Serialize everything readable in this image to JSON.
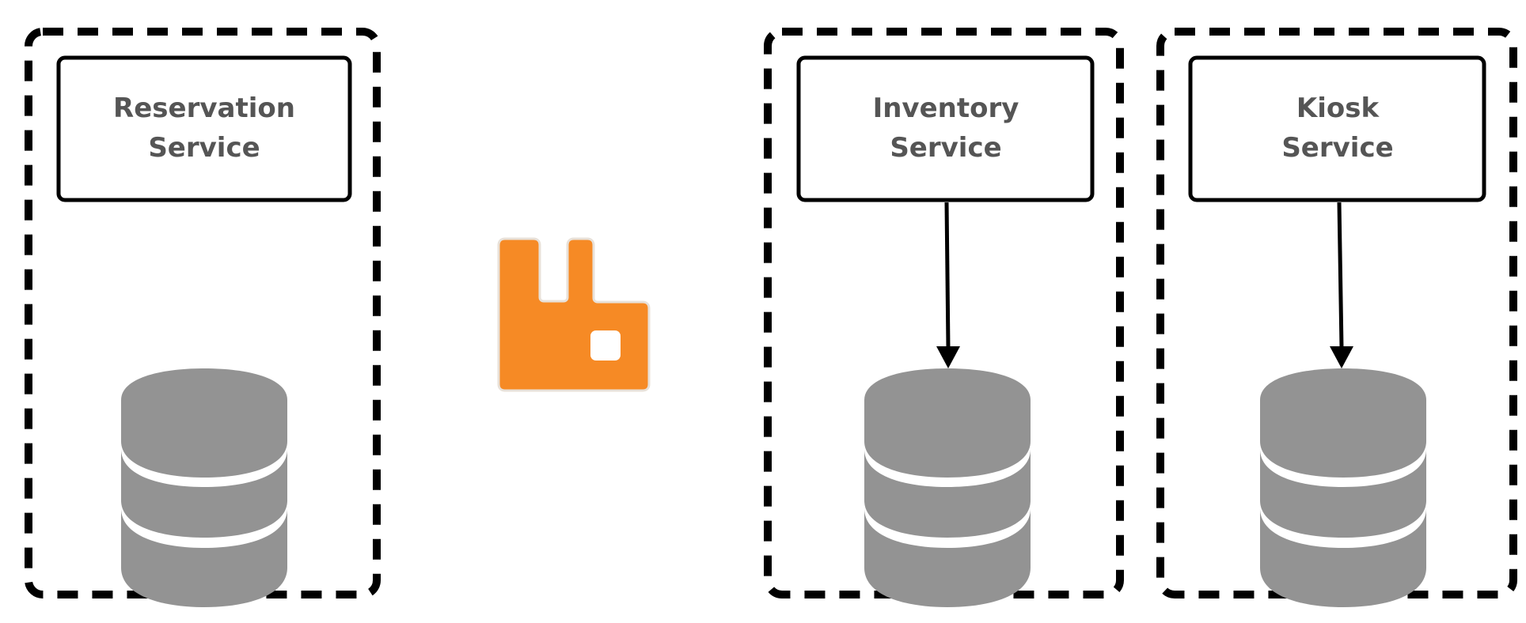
{
  "colors": {
    "boundary": "#000000",
    "service_box_stroke": "#000000",
    "label_text": "#555555",
    "database": "#939393",
    "broker": "#f68a25",
    "broker_inner": "#ffffff"
  },
  "services": [
    {
      "name_line1": "Reservation",
      "name_line2": "Service",
      "database_icon": "database-icon",
      "has_arrow_to_database": false
    },
    {
      "name_line1": "Inventory",
      "name_line2": "Service",
      "database_icon": "database-icon",
      "has_arrow_to_database": true
    },
    {
      "name_line1": "Kiosk",
      "name_line2": "Service",
      "database_icon": "database-icon",
      "has_arrow_to_database": true
    }
  ],
  "broker": {
    "icon": "rabbitmq-icon"
  }
}
